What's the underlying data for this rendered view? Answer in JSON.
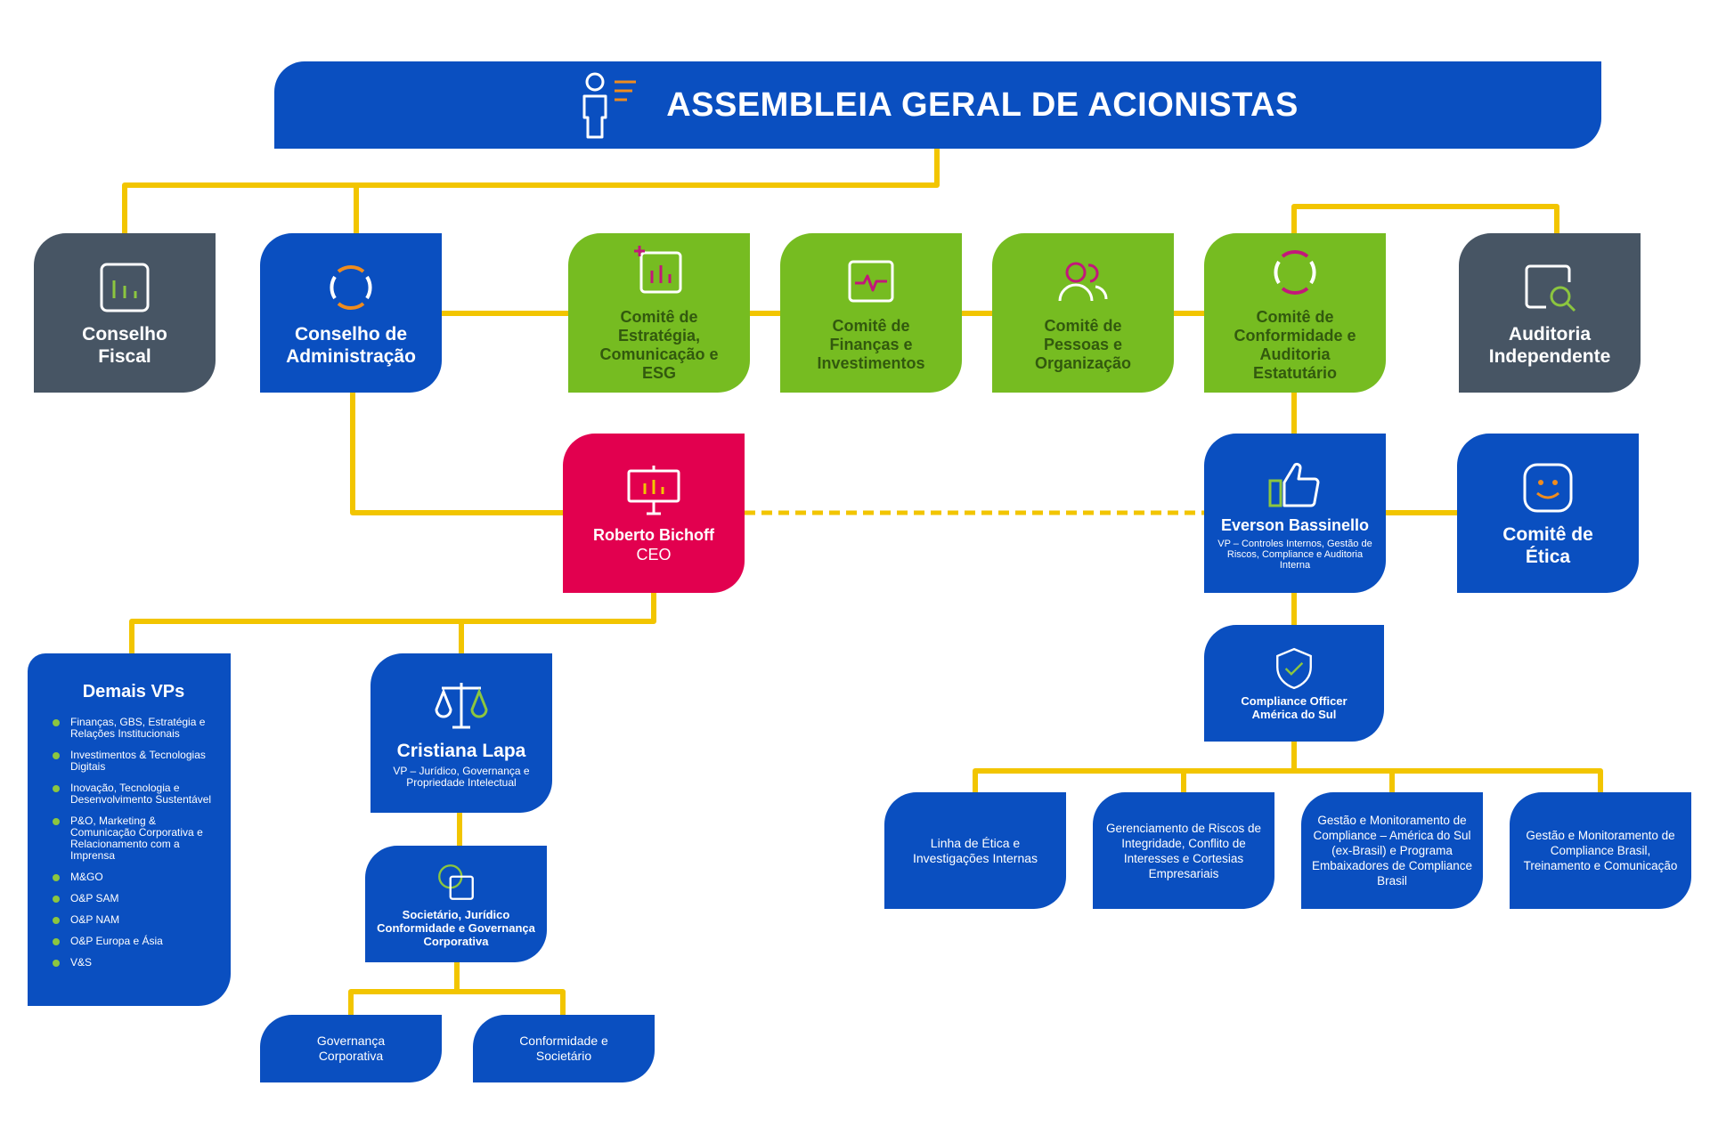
{
  "header": {
    "title": "ASSEMBLEIA GERAL DE ACIONISTAS"
  },
  "conselho_fiscal": {
    "title": "Conselho Fiscal"
  },
  "conselho_adm": {
    "title": "Conselho de Administração"
  },
  "comite_estrategia": {
    "title": "Comitê de Estratégia, Comunicação e ESG"
  },
  "comite_financas": {
    "title": "Comitê de Finanças e Investimentos"
  },
  "comite_pessoas": {
    "title": "Comitê de Pessoas e Organização"
  },
  "comite_conformidade": {
    "title": "Comitê de Conformidade e Auditoria Estatutário"
  },
  "auditoria": {
    "title": "Auditoria Independente"
  },
  "ceo": {
    "name": "Roberto Bichoff",
    "role": "CEO"
  },
  "everson": {
    "name": "Everson Bassinello",
    "role": "VP – Controles Internos, Gestão de Riscos, Compliance e Auditoria Interna"
  },
  "comite_etica": {
    "title": "Comitê de Ética"
  },
  "compliance_officer": {
    "title": "Compliance Officer América do Sul"
  },
  "compliance_leaves": [
    "Linha de Ética e Investigações Internas",
    "Gerenciamento de Riscos de Integridade, Conflito de Interesses e Cortesias Empresariais",
    "Gestão e Monitoramento de Compliance – América do Sul (ex-Brasil) e Programa Embaixadores de Compliance Brasil",
    "Gestão e Monitoramento de Compliance Brasil, Treinamento e Comunicação"
  ],
  "demais_vps": {
    "title": "Demais VPs",
    "items": [
      "Finanças, GBS, Estratégia e Relações Institucionais",
      "Investimentos & Tecnologias Digitais",
      "Inovação, Tecnologia e Desenvolvimento Sustentável",
      "P&O, Marketing & Comunicação Corporativa e Relacionamento com a Imprensa",
      "M&GO",
      "O&P SAM",
      "O&P NAM",
      "O&P Europa e Ásia",
      "V&S"
    ]
  },
  "cristiana": {
    "name": "Cristiana Lapa",
    "role": "VP – Jurídico, Governança e Propriedade Intelectual"
  },
  "societario": {
    "title": "Societário, Jurídico Conformidade e Governança Corporativa"
  },
  "governanca": {
    "title": "Governança Corporativa"
  },
  "conformidade": {
    "title": "Conformidade e Societário"
  },
  "colors": {
    "blue": "#0a4fc0",
    "gray": "#475564",
    "green": "#76bc21",
    "red": "#e2004f",
    "connector": "#f2c500",
    "accent_orange": "#f08c1e",
    "accent_green": "#8cc63f",
    "accent_pink": "#c3177a"
  }
}
